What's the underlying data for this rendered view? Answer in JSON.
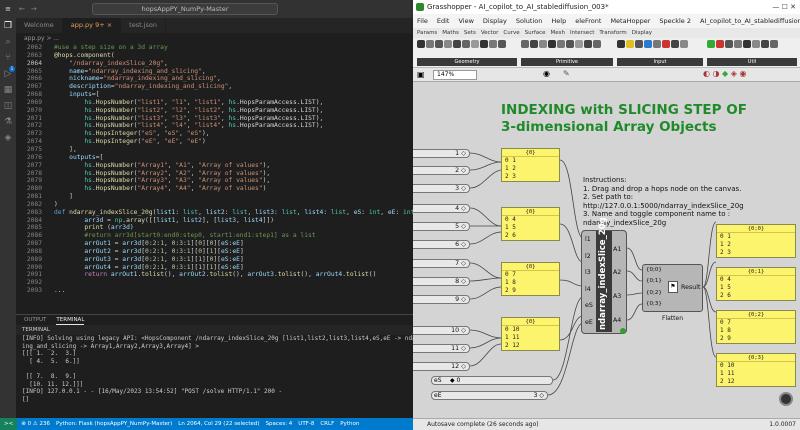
{
  "vscode": {
    "window_title": "hopsAppPY_NumPy-Master",
    "tabs": [
      {
        "label": "Welcome"
      },
      {
        "label": "app.py  9+  ×"
      },
      {
        "label": "test.json"
      }
    ],
    "breadcrumb": "app.py > ...",
    "problems_badge": "1",
    "code_lines": [
      {
        "n": "2062",
        "html": "<span class=\"cm\">#use a step size on a 3d array</span>"
      },
      {
        "n": "2063",
        "html": "<span class=\"dec\">@hops.component</span><span class=\"pl\">(</span>"
      },
      {
        "n": "2064",
        "html": "    <span class=\"str\">\"/ndarray_indexSlice_20g\"</span><span class=\"pl\">,</span>",
        "cur": true
      },
      {
        "n": "2065",
        "html": "    <span class=\"var\">name</span><span class=\"pl\">=</span><span class=\"str\">\"ndarray_indexing_and_slicing\"</span><span class=\"pl\">,</span>"
      },
      {
        "n": "2066",
        "html": "    <span class=\"var\">nickname</span><span class=\"pl\">=</span><span class=\"str\">\"ndarray_indexing_and_slicing\"</span><span class=\"pl\">,</span>"
      },
      {
        "n": "2067",
        "html": "    <span class=\"var\">description</span><span class=\"pl\">=</span><span class=\"str\">\"ndarray_indexing_and_slicing\"</span><span class=\"pl\">,</span>"
      },
      {
        "n": "2068",
        "html": "    <span class=\"var\">inputs</span><span class=\"pl\">=[</span>"
      },
      {
        "n": "2069",
        "html": "        <span class=\"cls\">hs</span>.<span class=\"fn\">HopsNumber</span>(<span class=\"str\">\"list1\"</span>, <span class=\"str\">\"l1\"</span>, <span class=\"str\">\"list1\"</span>, <span class=\"cls\">hs</span>.HopsParamAccess.LIST),"
      },
      {
        "n": "2070",
        "html": "        <span class=\"cls\">hs</span>.<span class=\"fn\">HopsNumber</span>(<span class=\"str\">\"list2\"</span>, <span class=\"str\">\"l2\"</span>, <span class=\"str\">\"list2\"</span>, <span class=\"cls\">hs</span>.HopsParamAccess.LIST),"
      },
      {
        "n": "2071",
        "html": "        <span class=\"cls\">hs</span>.<span class=\"fn\">HopsNumber</span>(<span class=\"str\">\"list3\"</span>, <span class=\"str\">\"l3\"</span>, <span class=\"str\">\"list3\"</span>, <span class=\"cls\">hs</span>.HopsParamAccess.LIST),"
      },
      {
        "n": "2072",
        "html": "        <span class=\"cls\">hs</span>.<span class=\"fn\">HopsNumber</span>(<span class=\"str\">\"list4\"</span>, <span class=\"str\">\"l4\"</span>, <span class=\"str\">\"list4\"</span>, <span class=\"cls\">hs</span>.HopsParamAccess.LIST),"
      },
      {
        "n": "2073",
        "html": "        <span class=\"cls\">hs</span>.<span class=\"fn\">HopsInteger</span>(<span class=\"str\">\"eS\"</span>, <span class=\"str\">\"eS\"</span>, <span class=\"str\">\"eS\"</span>),"
      },
      {
        "n": "2074",
        "html": "        <span class=\"cls\">hs</span>.<span class=\"fn\">HopsInteger</span>(<span class=\"str\">\"eE\"</span>, <span class=\"str\">\"eE\"</span>, <span class=\"str\">\"eE\"</span>)"
      },
      {
        "n": "2075",
        "html": "    <span class=\"pl\">],</span>"
      },
      {
        "n": "2076",
        "html": "    <span class=\"var\">outputs</span><span class=\"pl\">=[</span>"
      },
      {
        "n": "2077",
        "html": "        <span class=\"cls\">hs</span>.<span class=\"fn\">HopsNumber</span>(<span class=\"str\">\"Array1\"</span>, <span class=\"str\">\"A1\"</span>, <span class=\"str\">\"Array of values\"</span>),"
      },
      {
        "n": "2078",
        "html": "        <span class=\"cls\">hs</span>.<span class=\"fn\">HopsNumber</span>(<span class=\"str\">\"Array2\"</span>, <span class=\"str\">\"A2\"</span>, <span class=\"str\">\"Array of values\"</span>),"
      },
      {
        "n": "2079",
        "html": "        <span class=\"cls\">hs</span>.<span class=\"fn\">HopsNumber</span>(<span class=\"str\">\"Array3\"</span>, <span class=\"str\">\"A3\"</span>, <span class=\"str\">\"Array of values\"</span>),"
      },
      {
        "n": "2080",
        "html": "        <span class=\"cls\">hs</span>.<span class=\"fn\">HopsNumber</span>(<span class=\"str\">\"Array4\"</span>, <span class=\"str\">\"A4\"</span>, <span class=\"str\">\"Array of values\"</span>)"
      },
      {
        "n": "2081",
        "html": "    <span class=\"pl\">]</span>"
      },
      {
        "n": "2082",
        "html": "<span class=\"pl\">)</span>"
      },
      {
        "n": "2083",
        "html": "<span class=\"kw\">def</span> <span class=\"fn\">ndarray_indexSlice_20g</span>(<span class=\"var\">list1</span>: <span class=\"cls\">list</span>, <span class=\"var\">list2</span>: <span class=\"cls\">list</span>, <span class=\"var\">list3</span>: <span class=\"cls\">list</span>, <span class=\"var\">list4</span>: <span class=\"cls\">list</span>, <span class=\"var\">eS</span>: <span class=\"cls\">int</span>, <span class=\"var\">eE</span>: <span class=\"cls\">int</span>):"
      },
      {
        "n": "2084",
        "html": "        <span class=\"var\">arr3d</span> = <span class=\"cls\">np</span>.<span class=\"fn\">array</span>([[<span class=\"var\">list1</span>, <span class=\"var\">list2</span>], [<span class=\"var\">list3</span>, <span class=\"var\">list4</span>]])"
      },
      {
        "n": "2085",
        "html": "        <span class=\"fn\">print</span> (<span class=\"var\">arr3d</span>)"
      },
      {
        "n": "2086",
        "html": "        <span class=\"cm\">#return arr3d[start0:end0:step0, start1:end1:step1] as a list</span>"
      },
      {
        "n": "2087",
        "html": "        <span class=\"var\">arrOut1</span> = <span class=\"var\">arr3d</span>[<span class=\"num\">0</span>:<span class=\"num\">2</span>:<span class=\"num\">1</span>, <span class=\"num\">0</span>:<span class=\"num\">3</span>:<span class=\"num\">1</span>][<span class=\"num\">0</span>][<span class=\"num\">0</span>][<span class=\"var\">eS</span>:<span class=\"var\">eE</span>]"
      },
      {
        "n": "2088",
        "html": "        <span class=\"var\">arrOut2</span> = <span class=\"var\">arr3d</span>[<span class=\"num\">0</span>:<span class=\"num\">2</span>:<span class=\"num\">1</span>, <span class=\"num\">0</span>:<span class=\"num\">3</span>:<span class=\"num\">1</span>][<span class=\"num\">0</span>][<span class=\"num\">1</span>][<span class=\"var\">eS</span>:<span class=\"var\">eE</span>]"
      },
      {
        "n": "2089",
        "html": "        <span class=\"var\">arrOut3</span> = <span class=\"var\">arr3d</span>[<span class=\"num\">0</span>:<span class=\"num\">2</span>:<span class=\"num\">1</span>, <span class=\"num\">0</span>:<span class=\"num\">3</span>:<span class=\"num\">1</span>][<span class=\"num\">1</span>][<span class=\"num\">0</span>][<span class=\"var\">eS</span>:<span class=\"var\">eE</span>]"
      },
      {
        "n": "2090",
        "html": "        <span class=\"var\">arrOut4</span> = <span class=\"var\">arr3d</span>[<span class=\"num\">0</span>:<span class=\"num\">2</span>:<span class=\"num\">1</span>, <span class=\"num\">0</span>:<span class=\"num\">3</span>:<span class=\"num\">1</span>][<span class=\"num\">1</span>][<span class=\"num\">1</span>][<span class=\"var\">eS</span>:<span class=\"var\">eE</span>]"
      },
      {
        "n": "2091",
        "html": "        <span class=\"ctl\">return</span> <span class=\"var\">arrOut1</span>.<span class=\"fn\">tolist</span>(), <span class=\"var\">arrOut2</span>.<span class=\"fn\">tolist</span>(), <span class=\"var\">arrOut3</span>.<span class=\"fn\">tolist</span>(), <span class=\"var\">arrOut4</span>.<span class=\"fn\">tolist</span>()"
      },
      {
        "n": "2092",
        "html": ""
      },
      {
        "n": "2093",
        "html": "<span class=\"pl\">...</span>"
      }
    ],
    "panel_tabs": [
      "OUTPUT",
      "TERMINAL"
    ],
    "terminal_title": "TERMINAL",
    "terminal_lines": [
      "[INFO] Solving using legacy API: <HopsComponent /ndarray_indexSlice_20g [list1,list2,list3,list4,eS,eE -> ndarray_index",
      "ing_and_slicing -> Array1,Array2,Array3,Array4] >",
      "[[[ 1.  2.  3.]",
      "  [ 4.  5.  6.]]",
      "",
      " [[ 7.  8.  9.]",
      "  [10. 11. 12.]]]",
      "[INFO] 127.0.0.1 - - [16/May/2023 13:54:52] \"POST /solve HTTP/1.1\" 200 -",
      "[]"
    ],
    "status": {
      "remote": "><",
      "problems": "⊗ 0 ⚠ 236",
      "branch": "Python: Flask (hopsAppPY_NumPy-Master)",
      "position": "Ln 2064, Col 29 (22 selected)",
      "spaces": "Spaces: 4",
      "encoding": "UTF-8",
      "eol": "CRLF",
      "lang": "Python"
    }
  },
  "grasshopper": {
    "title": "Grasshopper - AI_copilot_to_AI_stablediffusion_003*",
    "menu": [
      "File",
      "Edit",
      "View",
      "Display",
      "Solution",
      "Help",
      "eleFront",
      "MetaHopper",
      "Speckle 2",
      "AI_copilot_to_AI_stablediffusion_003"
    ],
    "ribbon_tabs": [
      "Params",
      "Maths",
      "Sets",
      "Vector",
      "Curve",
      "Surface",
      "Mesh",
      "Intersect",
      "Transform",
      "Display"
    ],
    "ribbon_groups": [
      "Geometry",
      "Primitive",
      "Input",
      "Util"
    ],
    "zoom": "147%",
    "heading_line1": "INDEXING  with SLICING STEP OF",
    "heading_line2": "3-dimensional Array Objects",
    "instructions": [
      "Instructions:",
      "1. Drag and drop a hops node on the canvas.",
      "2. Set path to:",
      "http://127.0.0.1:5000/ndarray_indexSlice_20g",
      "3. Name and toggle  component name to :",
      "ndarray_indexSlice_20g"
    ],
    "sliders": [
      {
        "value": "1 ◇"
      },
      {
        "value": "2 ◇"
      },
      {
        "value": "3 ◇"
      },
      {
        "value": "4 ◇"
      },
      {
        "value": "5 ◇"
      },
      {
        "value": "6 ◇"
      },
      {
        "value": "7 ◇"
      },
      {
        "value": "8 ◇"
      },
      {
        "value": "9 ◇"
      },
      {
        "value": "10 ◇"
      },
      {
        "value": "11 ◇"
      },
      {
        "value": "12 ◇"
      }
    ],
    "int_sliders": [
      {
        "name": "eS",
        "value": "◆ 0"
      },
      {
        "name": "eE",
        "value": "3 ◇"
      }
    ],
    "input_panels": [
      {
        "header": "{0}",
        "rows": [
          "0  1",
          "1  2",
          "2  3"
        ]
      },
      {
        "header": "{0}",
        "rows": [
          "0  4",
          "1  5",
          "2  6"
        ]
      },
      {
        "header": "{0}",
        "rows": [
          "0  7",
          "1  8",
          "2  9"
        ]
      },
      {
        "header": "{0}",
        "rows": [
          "0  10",
          "1  11",
          "2  12"
        ]
      }
    ],
    "component": {
      "name": "ndarray_indexSlice_20g",
      "inputs": [
        "l1",
        "l2",
        "l3",
        "l4",
        "eS",
        "eE"
      ],
      "outputs": [
        "A1",
        "A2",
        "A3",
        "A4"
      ]
    },
    "flatten": {
      "inputs": [
        "{0;0}",
        "{0;1}",
        "{0;2}",
        "{0;3}"
      ],
      "output": "Result",
      "label": "Flatten"
    },
    "output_panels": [
      {
        "header": "{0;0}",
        "rows": [
          "0  1",
          "1  2",
          "2  3"
        ]
      },
      {
        "header": "{0;1}",
        "rows": [
          "0  4",
          "1  5",
          "2  6"
        ]
      },
      {
        "header": "{0;2}",
        "rows": [
          "0  7",
          "1  8",
          "2  9"
        ]
      },
      {
        "header": "{0;3}",
        "rows": [
          "0  10",
          "1  11",
          "2  12"
        ]
      }
    ],
    "status": "Autosave complete (26 seconds ago)",
    "version": "1.0.0007"
  }
}
